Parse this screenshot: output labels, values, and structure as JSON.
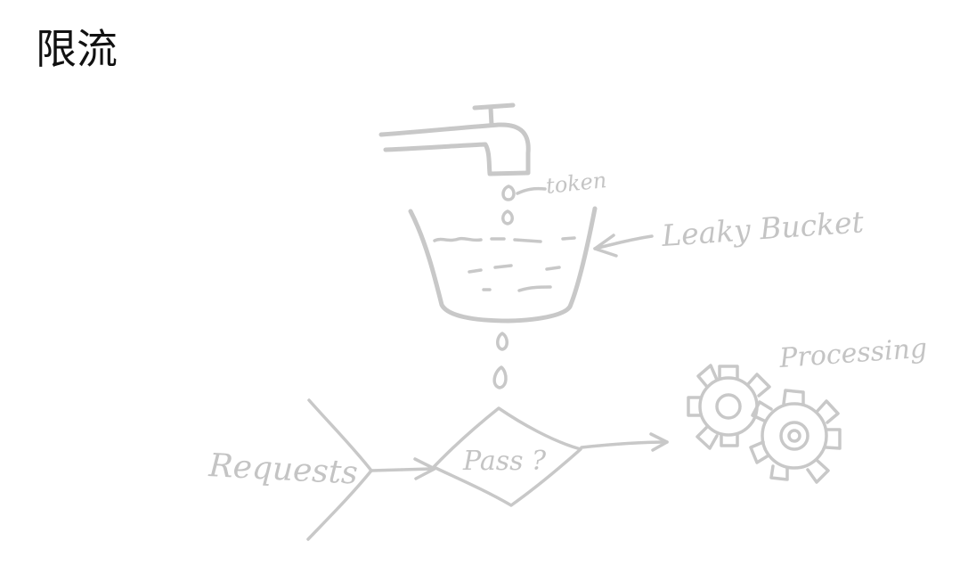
{
  "page": {
    "title": "限流"
  },
  "diagram": {
    "labels": {
      "token": "token",
      "leaky_bucket": "Leaky Bucket",
      "processing": "Processing",
      "requests": "Requests",
      "decision": "Pass ?"
    },
    "colors": {
      "sketch_stroke": "#c8c8c8",
      "title_text": "#111111",
      "background": "#ffffff"
    },
    "icons": [
      "faucet-icon",
      "water-drop-icon",
      "bucket-icon",
      "gear-icon",
      "arrow-icon"
    ]
  }
}
